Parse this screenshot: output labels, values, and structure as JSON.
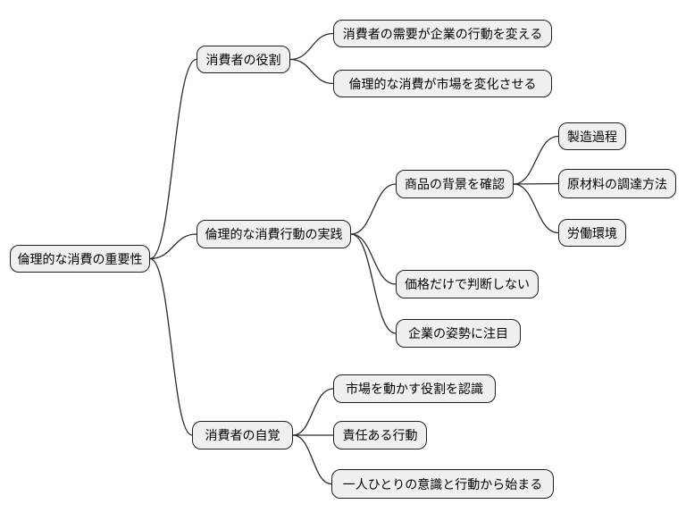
{
  "diagram": {
    "type": "mindmap",
    "colors": {
      "background": "#ffffff",
      "node_fill": "#f0f0f0",
      "node_border": "#1f1f1f",
      "edge": "#2b2b2b",
      "text": "#000000"
    },
    "root": {
      "label": "倫理的な消費の重要性"
    },
    "branches": [
      {
        "label": "消費者の役割",
        "children": [
          {
            "label": "消費者の需要が企業の行動を変える"
          },
          {
            "label": "倫理的な消費が市場を変化させる"
          }
        ]
      },
      {
        "label": "倫理的な消費行動の実践",
        "children": [
          {
            "label": "商品の背景を確認",
            "children": [
              {
                "label": "製造過程"
              },
              {
                "label": "原材料の調達方法"
              },
              {
                "label": "労働環境"
              }
            ]
          },
          {
            "label": "価格だけで判断しない"
          },
          {
            "label": "企業の姿勢に注目"
          }
        ]
      },
      {
        "label": "消費者の自覚",
        "children": [
          {
            "label": "市場を動かす役割を認識"
          },
          {
            "label": "責任ある行動"
          },
          {
            "label": "一人ひとりの意識と行動から始まる"
          }
        ]
      }
    ]
  }
}
